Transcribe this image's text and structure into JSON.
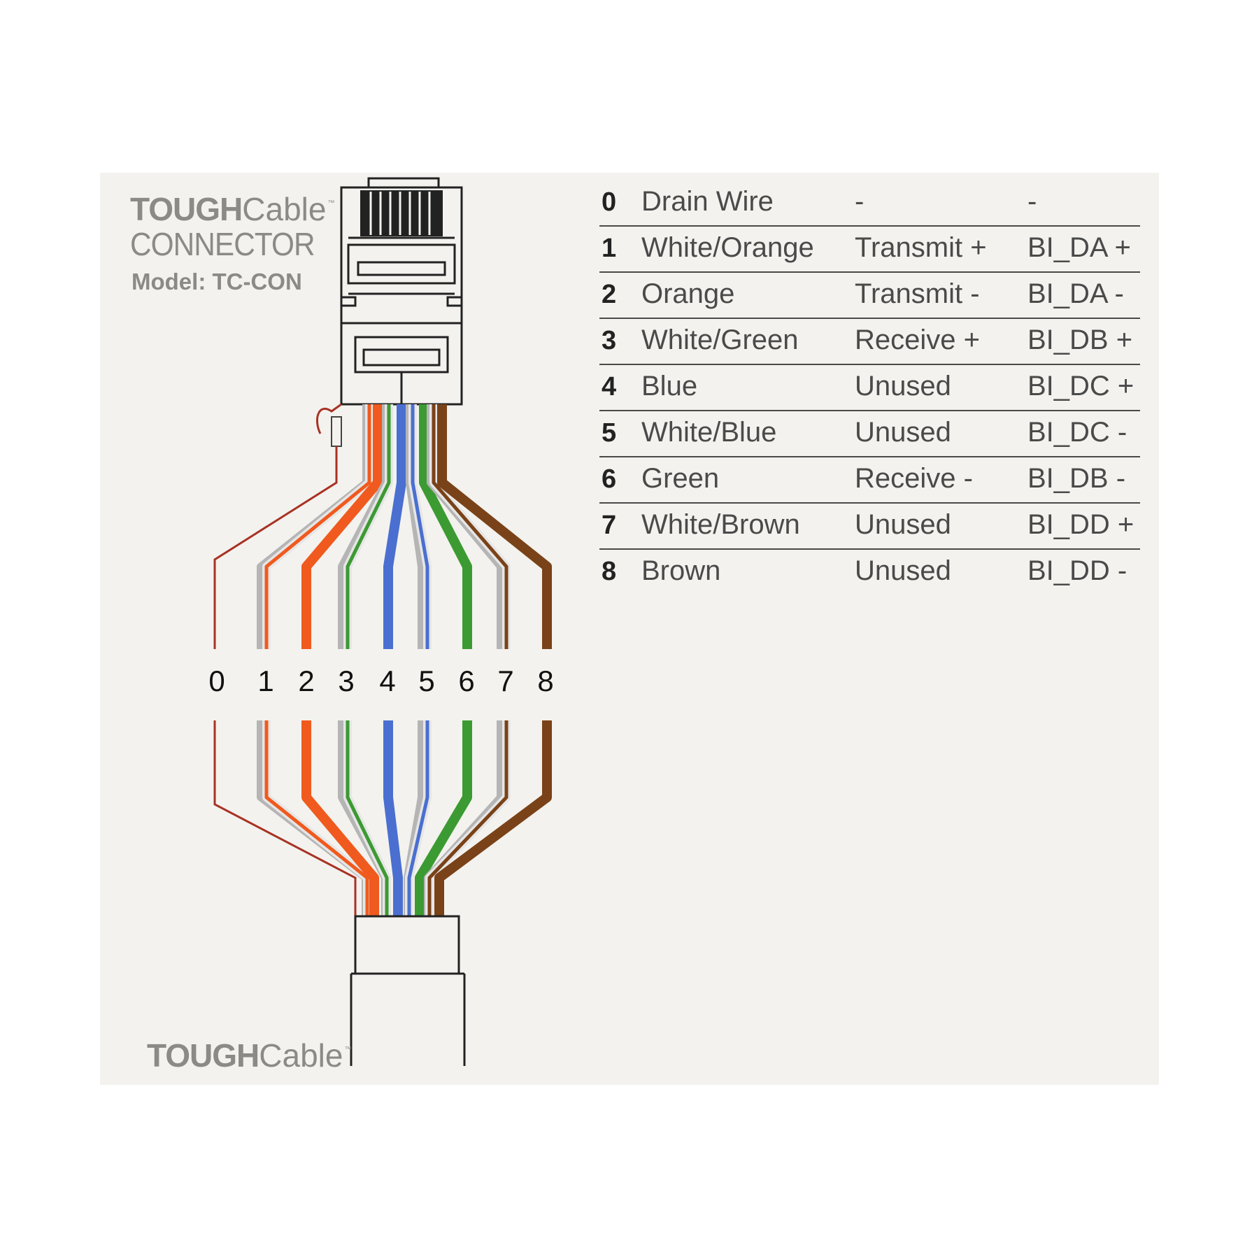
{
  "brand": {
    "tough": "TOUGH",
    "cable": "Cable",
    "tm": "™"
  },
  "title": {
    "connector": "CONNECTOR",
    "model": "Model: TC-CON"
  },
  "diagram_numbers": [
    "0",
    "1",
    "2",
    "3",
    "4",
    "5",
    "6",
    "7",
    "8"
  ],
  "wire_colors": {
    "drain": "#a83224",
    "orange": "#f05a1e",
    "green": "#3c9a32",
    "blue": "#4a6fd0",
    "brown": "#7a4218",
    "stripe_white": "#e6e6e6",
    "stripe_gray": "#b5b5b5"
  },
  "pinout": [
    {
      "num": "0",
      "color": "Drain Wire",
      "func": "-",
      "signal": "-"
    },
    {
      "num": "1",
      "color": "White/Orange",
      "func": "Transmit +",
      "signal": "BI_DA +"
    },
    {
      "num": "2",
      "color": "Orange",
      "func": "Transmit -",
      "signal": "BI_DA -"
    },
    {
      "num": "3",
      "color": "White/Green",
      "func": "Receive +",
      "signal": "BI_DB +"
    },
    {
      "num": "4",
      "color": "Blue",
      "func": "Unused",
      "signal": "BI_DC +"
    },
    {
      "num": "5",
      "color": "White/Blue",
      "func": "Unused",
      "signal": "BI_DC -"
    },
    {
      "num": "6",
      "color": "Green",
      "func": "Receive -",
      "signal": "BI_DB -"
    },
    {
      "num": "7",
      "color": "White/Brown",
      "func": "Unused",
      "signal": "BI_DD +"
    },
    {
      "num": "8",
      "color": "Brown",
      "func": "Unused",
      "signal": "BI_DD -"
    }
  ]
}
